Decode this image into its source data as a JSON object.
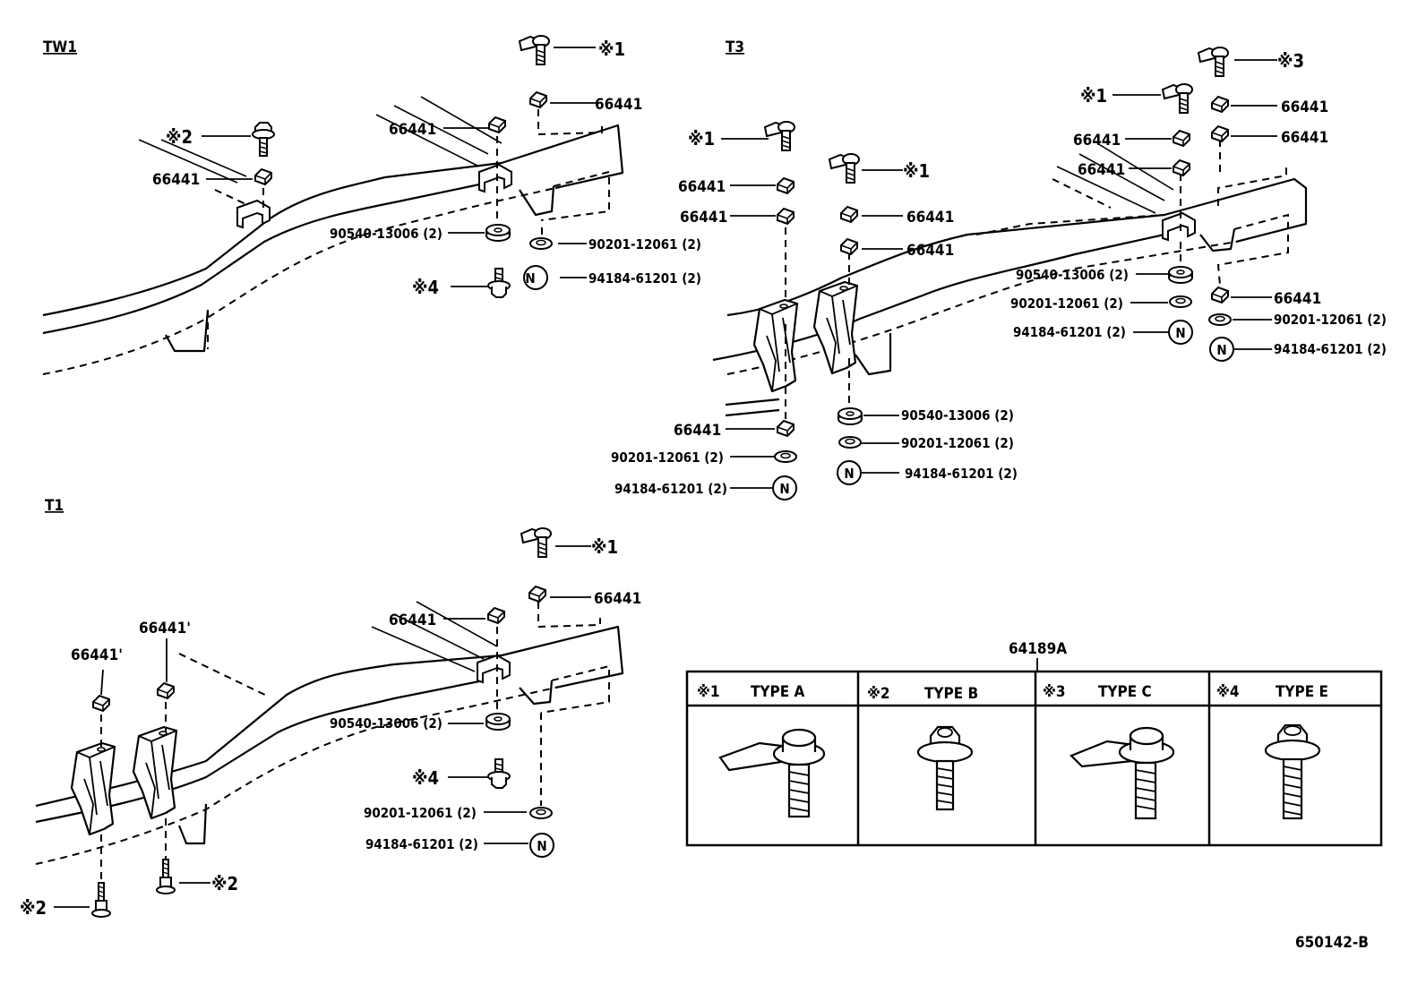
{
  "sections": {
    "tw1": "TW1",
    "t3": "T3",
    "t1": "T1"
  },
  "parts": {
    "bracket": "66441",
    "bracket_alt": "66441'",
    "washer_a": "90540-13006 (2)",
    "washer_b": "90201-12061 (2)",
    "nut": "94184-61201 (2)",
    "nut_symbol": "N"
  },
  "refs": {
    "r1": "※1",
    "r2": "※2",
    "r3": "※3",
    "r4": "※4"
  },
  "legend": {
    "part_no": "64189A",
    "types": [
      {
        "ref": "※1",
        "label": "TYPE A",
        "icon": "type-a-bolt-with-tab"
      },
      {
        "ref": "※2",
        "label": "TYPE B",
        "icon": "type-b-hex-flange-bolt"
      },
      {
        "ref": "※3",
        "label": "TYPE C",
        "icon": "type-c-bolt-with-tab"
      },
      {
        "ref": "※4",
        "label": "TYPE E",
        "icon": "type-e-hex-washer-bolt"
      }
    ]
  },
  "figure_id": "650142-B"
}
